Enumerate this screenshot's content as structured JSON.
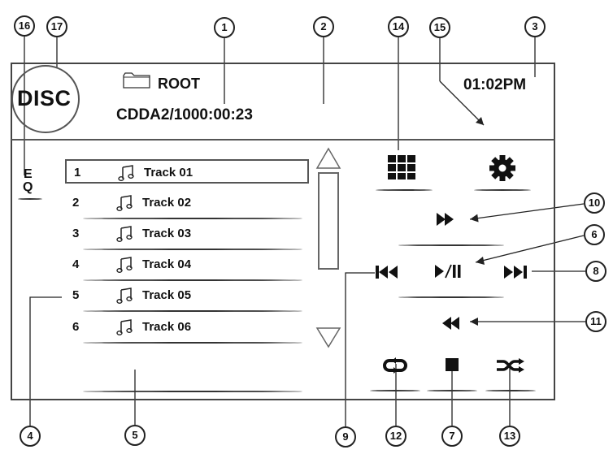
{
  "header": {
    "source_label": "DISC",
    "folder_name": "ROOT",
    "track_info": "CDDA2/1000:00:23",
    "clock": "01:02PM"
  },
  "eq_label_top": "E",
  "eq_label_bottom": "Q",
  "tracks": [
    {
      "num": "1",
      "title": "Track 01"
    },
    {
      "num": "2",
      "title": "Track 02"
    },
    {
      "num": "3",
      "title": "Track 03"
    },
    {
      "num": "4",
      "title": "Track 04"
    },
    {
      "num": "5",
      "title": "Track 05"
    },
    {
      "num": "6",
      "title": "Track 06"
    }
  ],
  "selected_track": "1",
  "callouts": [
    "1",
    "2",
    "3",
    "4",
    "5",
    "6",
    "7",
    "8",
    "9",
    "10",
    "11",
    "12",
    "13",
    "14",
    "15",
    "16",
    "17"
  ],
  "icons": [
    "folder-icon",
    "music-note-icon",
    "scroll-up-icon",
    "scroll-down-icon",
    "grid-menu-icon",
    "settings-gear-icon",
    "fast-forward-icon",
    "play-pause-icon",
    "previous-track-icon",
    "next-track-icon",
    "rewind-icon",
    "repeat-icon",
    "stop-icon",
    "shuffle-icon"
  ],
  "colors": {
    "line": "#333333",
    "background": "#ffffff"
  }
}
